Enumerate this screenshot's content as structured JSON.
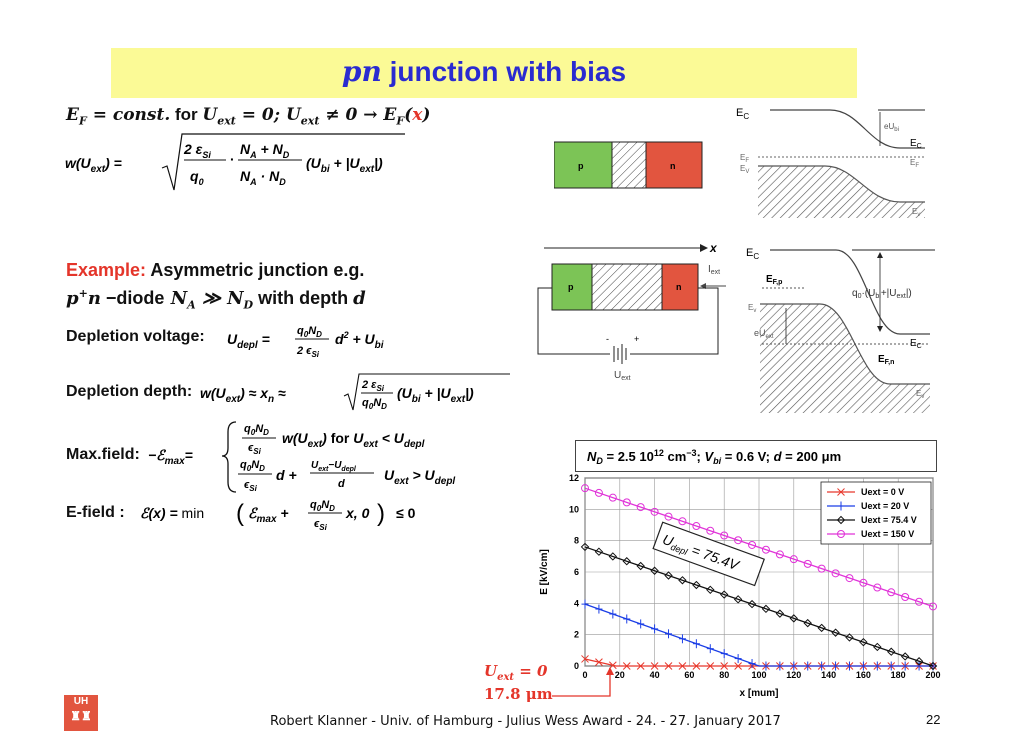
{
  "slide": {
    "title_prefix": "pn",
    "title_rest": " junction with bias",
    "page_number": "22",
    "footer": "Robert Klanner -  Univ. of Hamburg - Julius Wess Award - 24. - 27. January 2017",
    "logo_text": "UH"
  },
  "formulas": {
    "line1_a": "E",
    "line1_b": "F",
    "line1_c": " = const.",
    "line1_for": " for ",
    "line1_d": "U",
    "line1_e": "ext",
    "line1_f": " = 0; ",
    "line1_g": " ≠ 0 → ",
    "line1_x": "x",
    "w_lhs": "w(U",
    "w_rhs": ") =",
    "w_num1": "2 ε",
    "w_num2": "Si",
    "w_den": "q",
    "w_den2": "0",
    "w_frac2_num": "N",
    "w_frac2_den": "N",
    "w_tail": "(U",
    "w_tail2": "bi",
    "w_tail3": " + |U",
    "w_tail4": "ext",
    "w_tail5": "|)"
  },
  "example": {
    "label": "Example:",
    "text1": " Asymmetric junction e.g.",
    "text2_a": "p",
    "text2_b": "+",
    "text2_c": "n",
    "text2_d": " −diode",
    "text2_e": "  N",
    "text2_f": "A",
    "text2_g": " ≫ N",
    "text2_h": "D",
    "text2_i": " with depth ",
    "text2_j": "d"
  },
  "labels": {
    "depl_voltage": "Depletion voltage:",
    "depl_depth": "Depletion depth:",
    "max_field": "Max.field:",
    "e_field": "E-field :",
    "max_row1_for": "for",
    "max_row2_lt": "<",
    "max_row2_gt": ">",
    "leq": "≤ 0",
    "min": "min"
  },
  "diagram": {
    "p": "p",
    "n": "n",
    "x": "x",
    "iext": "I",
    "iext_sub": "ext",
    "uext": "U",
    "uext_sub": "ext",
    "minus": "-",
    "plus": "+"
  },
  "bands": {
    "ec": "E",
    "ec_sub": "C",
    "ef": "E",
    "ef_sub": "F",
    "ev": "E",
    "ev_sub": "v",
    "eubi": "eU",
    "eubi_sub": "bi",
    "efp": "E",
    "efp_sub": "F,p",
    "efn": "E",
    "efn_sub": "F,n",
    "euext": "eU",
    "euext_sub": "ext",
    "q0": "q",
    "q0_sub": "0",
    "q0_rest": "·(U",
    "q0_bi": "bi",
    "q0_plus": "+|U",
    "q0_ext": "ext",
    "q0_end": "|)"
  },
  "chart_header": "N_D = 2.5 10^12 cm^-3; V_bi = 0.6 V; d = 200 μm",
  "callout": {
    "u": "U",
    "u_sub": "ext",
    "u_eq": " = 0",
    "depth": "17.8 μm"
  },
  "udepl_box": "U_depl = 75.4V",
  "chart_data": {
    "type": "line",
    "xlabel": "x [mum]",
    "ylabel": "E [kV/cm]",
    "xlim": [
      0,
      200
    ],
    "ylim": [
      0,
      12
    ],
    "xticks": [
      0,
      20,
      40,
      60,
      80,
      100,
      120,
      140,
      160,
      180,
      200
    ],
    "yticks": [
      0,
      2,
      4,
      6,
      8,
      10,
      12
    ],
    "grid": true,
    "legend_position": "top-right",
    "series": [
      {
        "name": "Uext = 0 V",
        "color": "#e8382c",
        "marker": "x",
        "points": [
          [
            0,
            0.45
          ],
          [
            17.8,
            0
          ],
          [
            200,
            0
          ]
        ]
      },
      {
        "name": "Uext = 20 V",
        "color": "#1a3de6",
        "marker": "+",
        "points": [
          [
            0,
            3.95
          ],
          [
            100,
            0
          ],
          [
            200,
            0
          ]
        ]
      },
      {
        "name": "Uext = 75.4 V",
        "color": "#111111",
        "marker": "diamond",
        "points": [
          [
            0,
            7.6
          ],
          [
            200,
            0
          ]
        ]
      },
      {
        "name": "Uext = 150 V",
        "color": "#e033d8",
        "marker": "circle",
        "points": [
          [
            0,
            11.35
          ],
          [
            200,
            3.8
          ]
        ]
      }
    ]
  }
}
